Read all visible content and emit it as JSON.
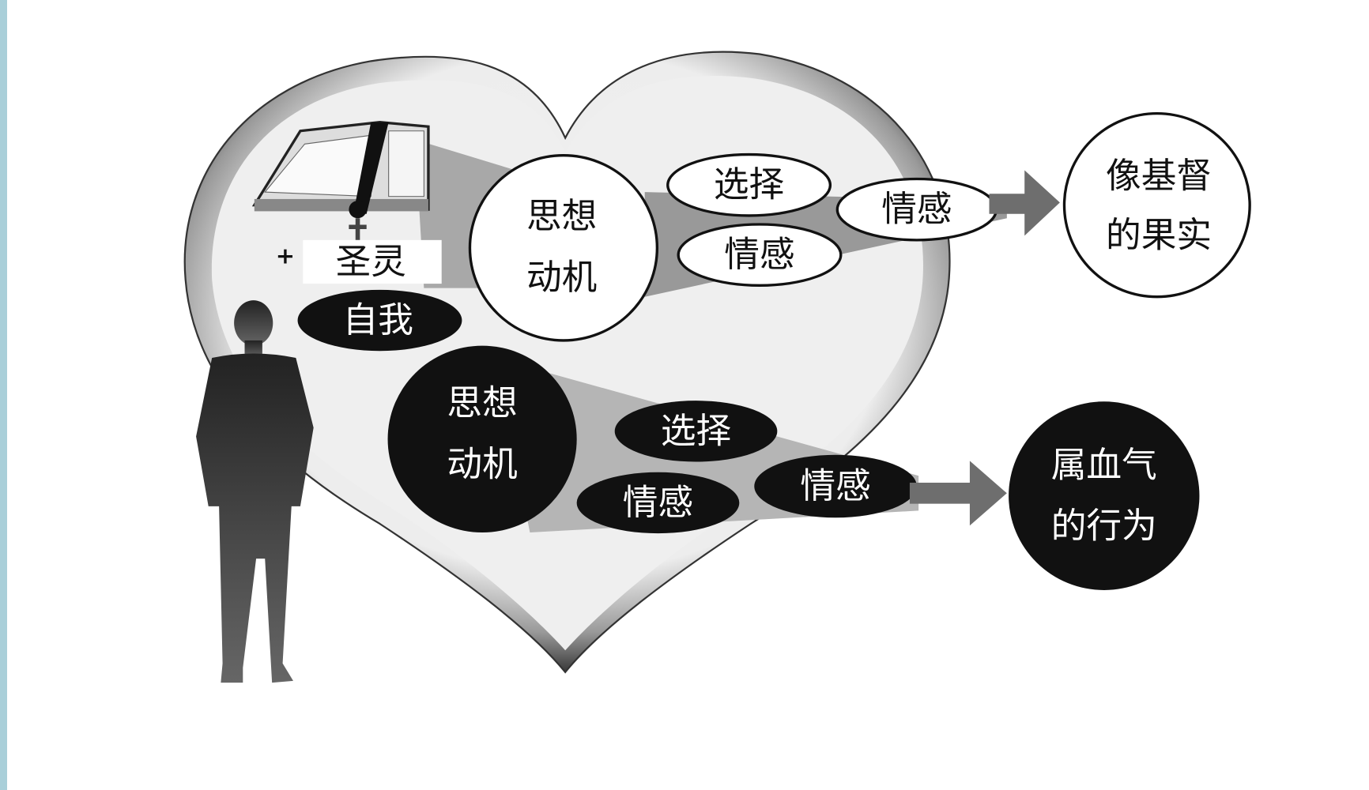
{
  "spirit_label": "圣灵",
  "self_label": "自我",
  "plus_sign": "+",
  "upper_path": {
    "thought_line1": "思想",
    "thought_line2": "动机",
    "choice": "选择",
    "emotion1": "情感",
    "emotion2": "情感",
    "result_line1": "像基督",
    "result_line2": "的果实"
  },
  "lower_path": {
    "thought_line1": "思想",
    "thought_line2": "动机",
    "choice": "选择",
    "emotion1": "情感",
    "emotion2": "情感",
    "result_line1": "属血气",
    "result_line2": "的行为"
  },
  "colors": {
    "sidebar": "#a9cfd9",
    "dark": "#111111",
    "arrow": "#6e6e6e"
  }
}
